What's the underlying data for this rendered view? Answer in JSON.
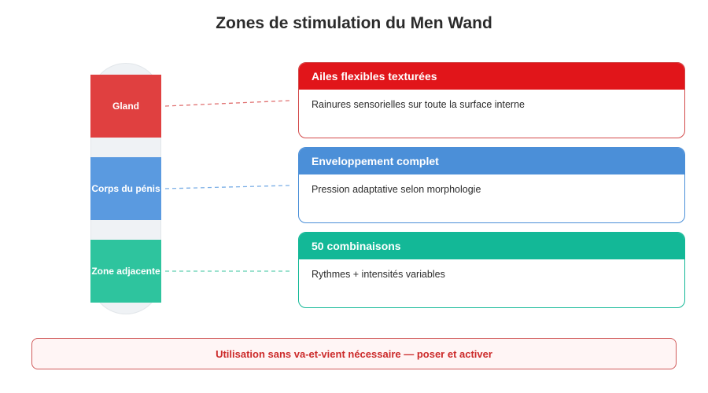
{
  "title": "Zones de stimulation du Men Wand",
  "colors": {
    "red": "#e1151a",
    "red_zone": "#e04040",
    "blue": "#4b8fd8",
    "blue_zone": "#5a9ae0",
    "teal": "#13b897",
    "teal_zone": "#2ec49e",
    "banner_text": "#cc2a2a"
  },
  "zones": [
    {
      "label": "Gland"
    },
    {
      "label": "Corps du pénis"
    },
    {
      "label": "Zone adjacente"
    }
  ],
  "cards": [
    {
      "heading": "Ailes flexibles texturées",
      "description": "Rainures sensorielles sur toute la surface interne"
    },
    {
      "heading": "Enveloppement complet",
      "description": "Pression adaptative selon morphologie"
    },
    {
      "heading": "50 combinaisons",
      "description": "Rythmes + intensités variables"
    }
  ],
  "footer": "Utilisation sans va-et-vient nécessaire — poser et activer"
}
